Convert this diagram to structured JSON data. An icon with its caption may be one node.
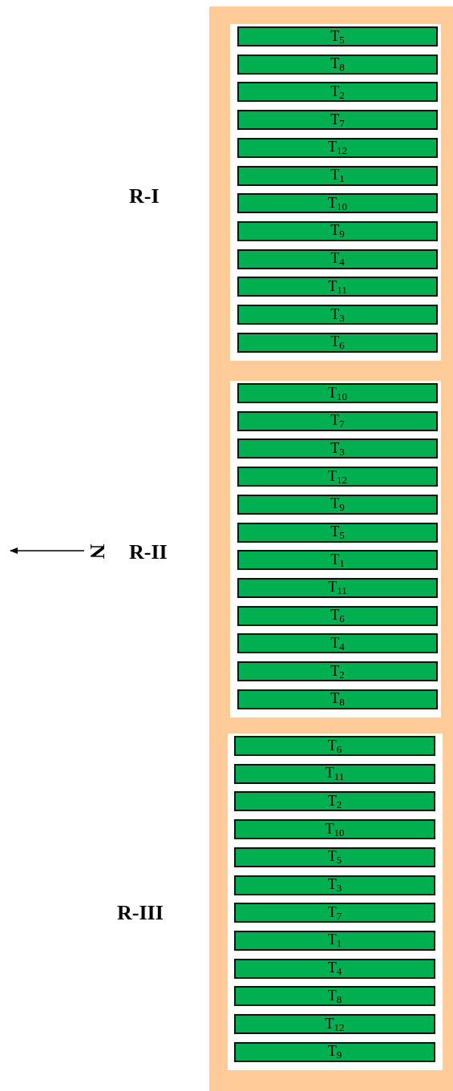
{
  "diagram": {
    "nodes": [
      {
        "text": [],
        "shape": "box"
      },
      {
        "text": [
          "T$_{5}$"
        ],
        "in": 0
      },
      {
        "text": [
          "T$_{8}$"
        ],
        "in": 0
      },
      {
        "text": [
          "T$_{2}$"
        ],
        "in": 0
      },
      {
        "text": [
          "T$_{7}$"
        ],
        "in": 0
      },
      {
        "text": [
          "T$_{12}$"
        ],
        "in": 0
      },
      {
        "text": [
          "T$_{1}$"
        ],
        "in": 0
      },
      {
        "text": [
          "T$_{10}$"
        ],
        "in": 0
      },
      {
        "text": [
          "T$_{9}$"
        ],
        "in": 0
      },
      {
        "text": [
          "T$_{4}$"
        ],
        "in": 0
      },
      {
        "text": [
          "T$_{11}$"
        ],
        "in": 0
      },
      {
        "text": [
          "T$_{3}$"
        ],
        "in": 0
      },
      {
        "text": [
          "T$_{6}$"
        ],
        "in": 0
      },
      {
        "text": [],
        "shape": "box"
      },
      {
        "text": [
          "T$_{10}$"
        ],
        "in": 13
      },
      {
        "text": [
          "T$_{7}$"
        ],
        "in": 13
      },
      {
        "text": [
          "T$_{3}$"
        ],
        "in": 13
      },
      {
        "text": [
          "T$_{12}$"
        ],
        "in": 13
      },
      {
        "text": [
          "T$_{9}$"
        ],
        "in": 13
      },
      {
        "text": [
          "T$_{5}$"
        ],
        "in": 13
      },
      {
        "text": [
          "T$_{1}$"
        ],
        "in": 13
      },
      {
        "text": [
          "T$_{11}$"
        ],
        "in": 13
      },
      {
        "text": [
          "T$_{6}$"
        ],
        "in": 13
      },
      {
        "text": [
          "T$_{4}$"
        ],
        "in": 13
      },
      {
        "text": [
          "T$_{2}$"
        ],
        "in": 13
      },
      {
        "text": [
          "T$_{8}$"
        ],
        "in": 13
      },
      {
        "text": [],
        "shape": "box"
      },
      {
        "text": [
          "T$_{6}$"
        ],
        "in": 26
      },
      {
        "text": [
          "T$_{11}$"
        ],
        "in": 26
      },
      {
        "text": [
          "T$_{2}$"
        ],
        "in": 26
      },
      {
        "text": [
          "T$_{10}$"
        ],
        "in": 26
      },
      {
        "text": [
          "T$_{5}$"
        ],
        "in": 26
      },
      {
        "text": [
          "T$_{3}$"
        ],
        "in": 26
      },
      {
        "text": [
          "T$_{7}$"
        ],
        "in": 26
      },
      {
        "text": [
          "T$_{1}$"
        ],
        "in": 26
      },
      {
        "text": [
          "T$_{4}$"
        ],
        "in": 26
      },
      {
        "text": [
          "T$_{8}$"
        ],
        "in": 26
      },
      {
        "text": [
          "T$_{12}$"
        ],
        "in": 26
      },
      {
        "text": [
          "T$_{9}$"
        ],
        "in": 26
      }
    ],
    "labels": [
      "R-I",
      "N",
      "R-II",
      "R-III"
    ]
  }
}
